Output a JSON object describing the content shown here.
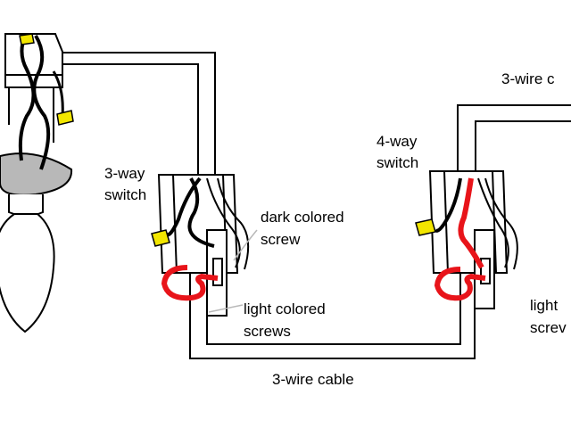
{
  "labels": {
    "switch3_line1": "3-way",
    "switch3_line2": "switch",
    "switch4_line1": "4-way",
    "switch4_line2": "switch",
    "dark_line1": "dark colored",
    "dark_line2": "screw",
    "light_left_line1": "light colored",
    "light_left_line2": "screws",
    "light_right_line1": "light",
    "light_right_line2": "screv",
    "cable_bottom": "3-wire cable",
    "cable_top": "3-wire c"
  },
  "colors": {
    "hot": "#000000",
    "traveler_red": "#e8141a",
    "wire_nut": "#f2e600",
    "cable_jacket": "#ffffff",
    "outline": "#000000",
    "fixture_gray": "#b8b8b8"
  }
}
